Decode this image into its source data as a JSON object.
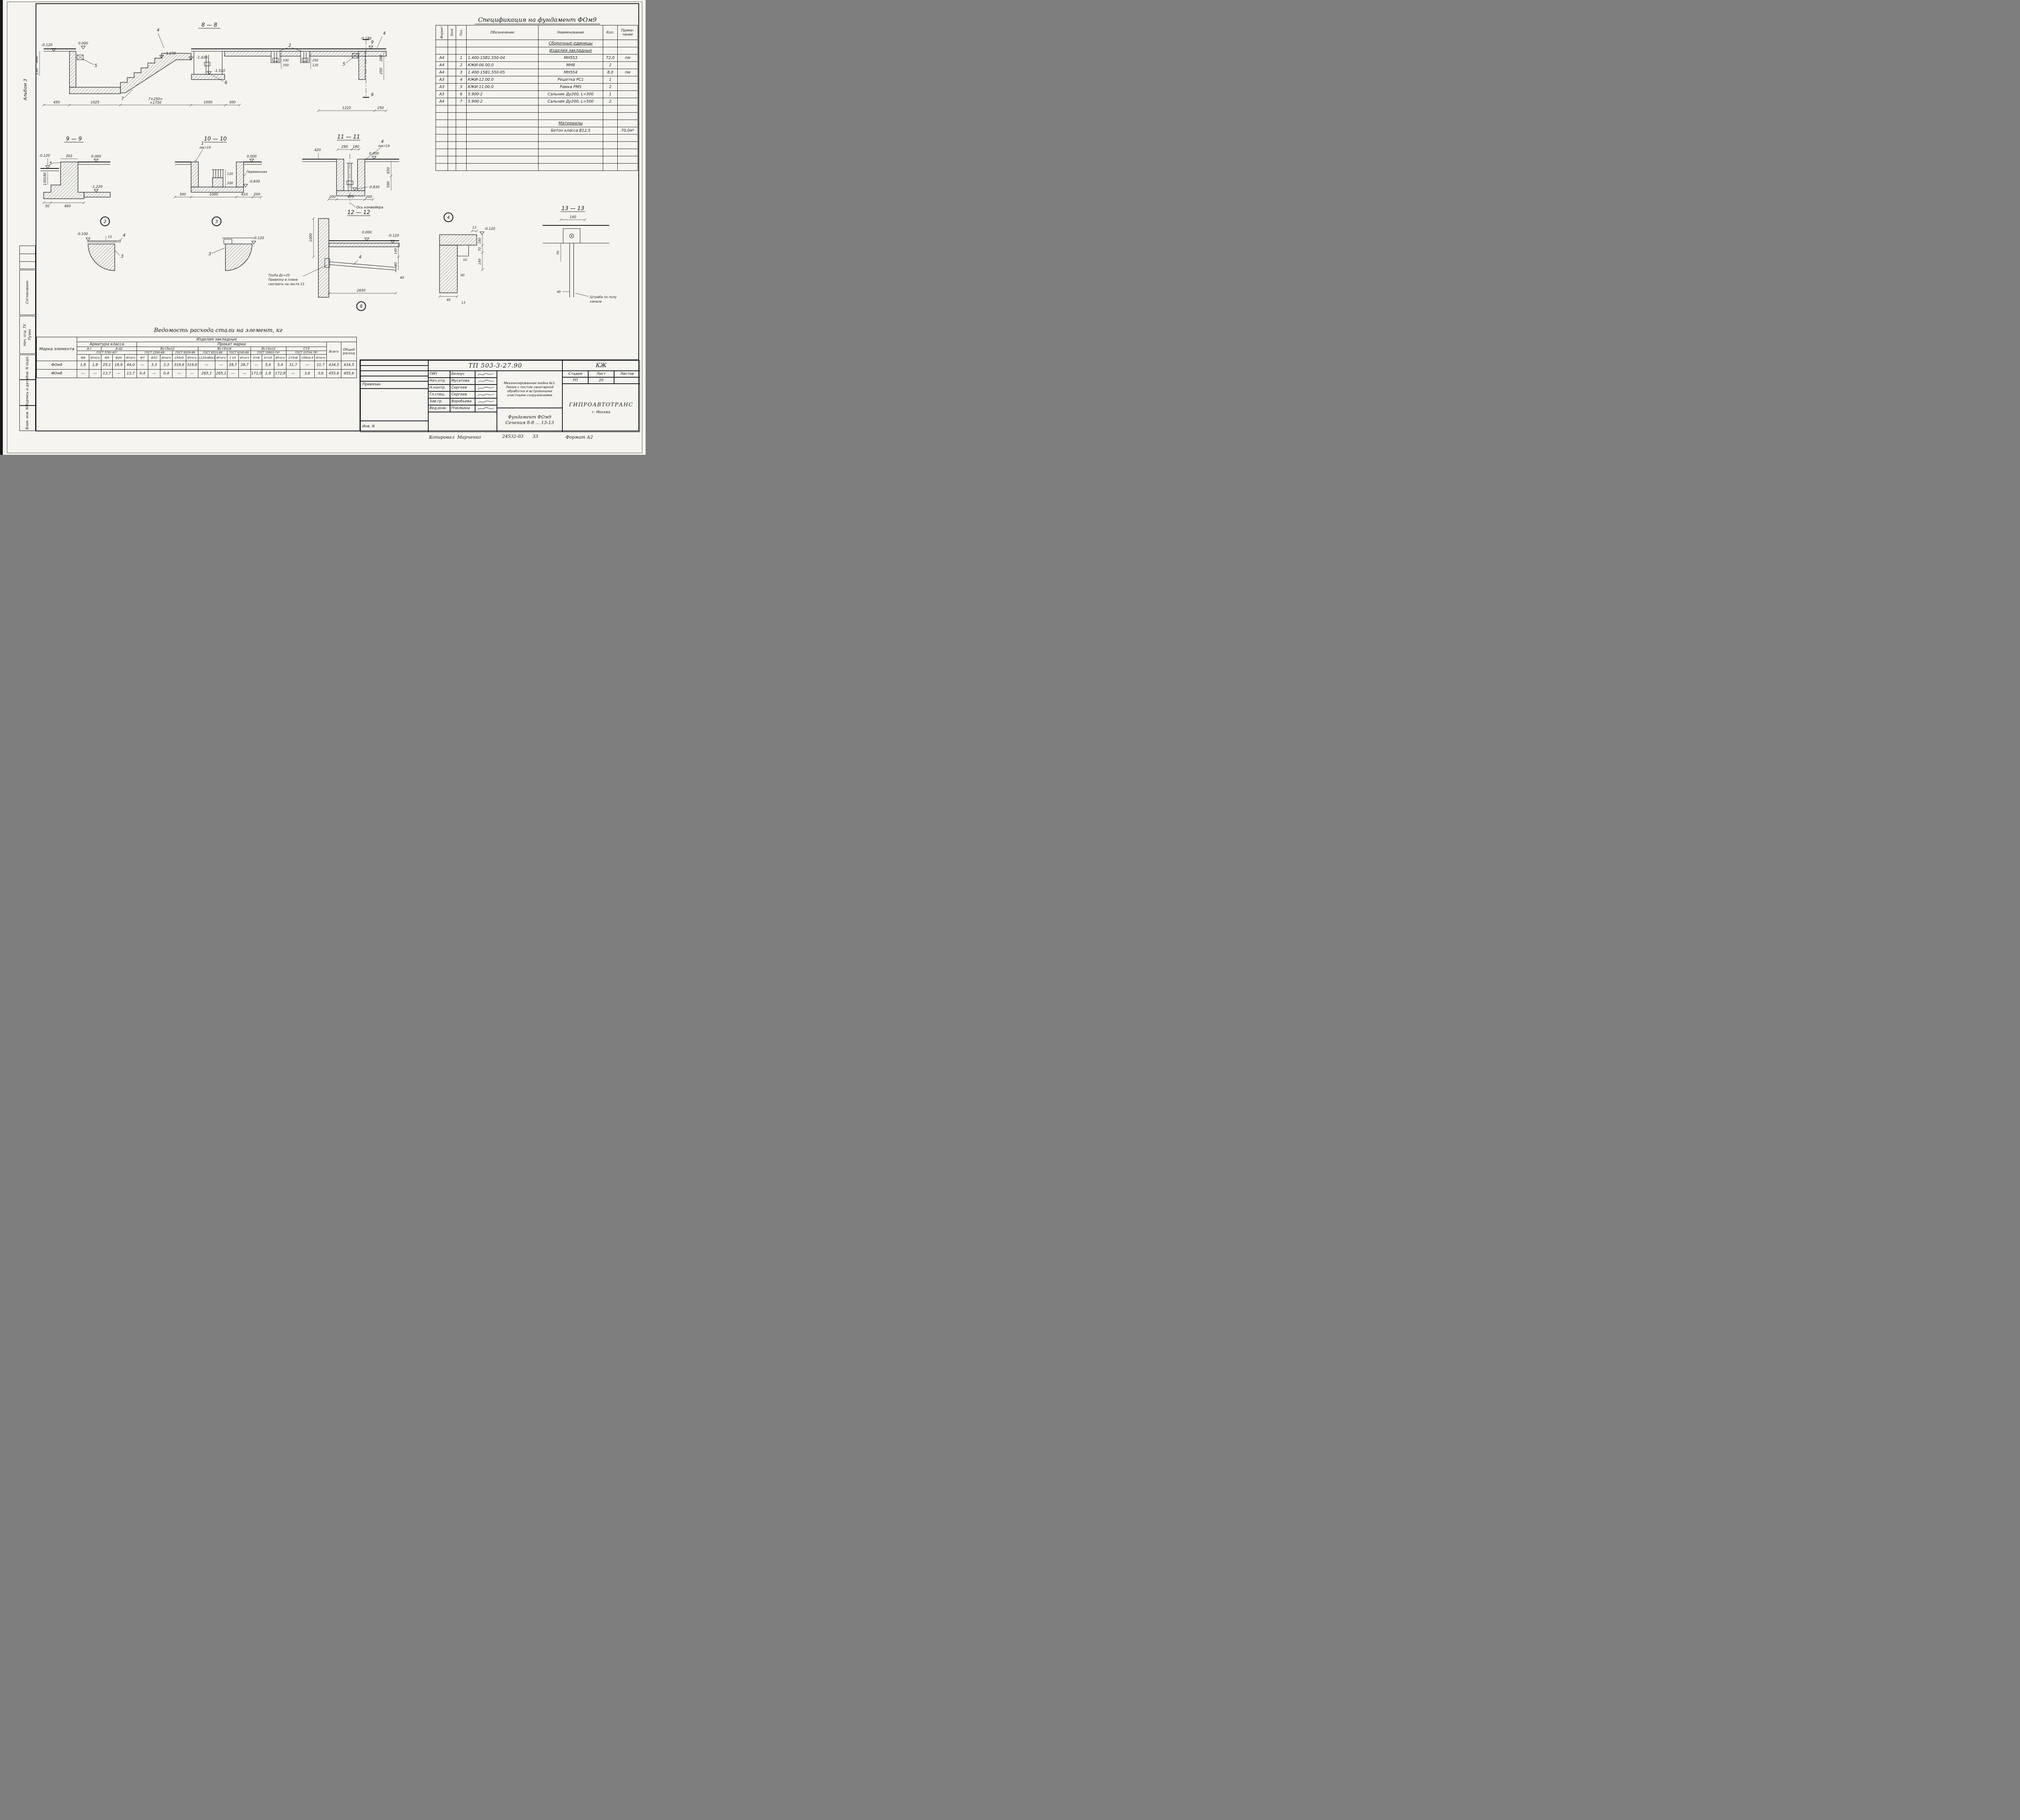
{
  "margin": {
    "album": "Альбом 3",
    "agreed": "Согласовано",
    "dept_role": "Нач. отд. ТХ",
    "dept_name": "Пузин",
    "stamp_inv_sub": "Инв. N подл.",
    "stamp_sign": "Подпись и дата",
    "stamp_inv_dup": "Взам. инв. N"
  },
  "footer": {
    "copied_label": "Копировал",
    "copied_name": "Марченко",
    "doc_no": "24532-03",
    "page_no": "33",
    "format": "Формат А2"
  },
  "spec": {
    "title": "Спецификация  на  фундамент  ФОм9",
    "h": {
      "format": "Формат",
      "zone": "Зона",
      "pos": "Поз.",
      "designation": "Обозначение",
      "name": "Наименование",
      "qty": "Кол.",
      "note": "Приме-\nчание"
    },
    "group_assembly": "Сборочные единицы",
    "group_embedded": "Изделия закладные",
    "rows": [
      {
        "format": "А4",
        "pos": "1",
        "designation": "1.400-15В1.550-04",
        "name": "МН553",
        "qty": "72,0",
        "note": "пм"
      },
      {
        "format": "А4",
        "pos": "2",
        "designation": "КЖИ-06.00.0",
        "name": "МН8",
        "qty": "2",
        "note": ""
      },
      {
        "format": "А4",
        "pos": "3",
        "designation": "1.400-15В1.550-05",
        "name": "МН554",
        "qty": "8,0",
        "note": "пм"
      },
      {
        "format": "А3",
        "pos": "4",
        "designation": "КЖИ-12.00.0",
        "name": "Решетка РС1",
        "qty": "1",
        "note": ""
      },
      {
        "format": "А3",
        "pos": "5",
        "designation": "КЖИ-11.00.0",
        "name": "Рамка РМ5",
        "qty": "2",
        "note": ""
      },
      {
        "format": "А3",
        "pos": "6",
        "designation": "5.900-2",
        "name": "Сальник Ду200, L=300",
        "qty": "1",
        "note": ""
      },
      {
        "format": "А4",
        "pos": "7",
        "designation": "5.900-2",
        "name": "Сальник Ду200, L=500",
        "qty": "2",
        "note": ""
      }
    ],
    "group_materials": "Материалы",
    "material_name": "Бетон класса В12,5",
    "material_note": "70,0м³"
  },
  "steel": {
    "title": "Ведомость  расхода  стали  на  элемент, кг",
    "h_mark": "Марка элемента",
    "h_embedded": "Изделия  закладные",
    "h_rebar": "Арматура  класса",
    "h_rolled": "Прокат  марки",
    "h_total": "Всего",
    "h_grand": "Общий расход",
    "marks": [
      "А-I",
      "А-Ш",
      "ВстЗкп2",
      "ВстЗпс6",
      "ВстЗкп2",
      "СтЗ"
    ],
    "gosts": [
      "ГОСТ 5781-82*",
      "ГОСТ 2590-88",
      "ГОСТ 8509-86",
      "ГОСТ 8510-86",
      "ГОСТ 8240-89",
      "ГОСТ 19903-74*",
      "ГОСТ 10704-76*"
    ],
    "sizes": [
      "Ф6",
      "Итого",
      "Ф9",
      "Ф20",
      "Итого",
      "Ф7",
      "Ф10",
      "Итого",
      "L50х5",
      "Итого",
      "L125х80х10",
      "Итого",
      "[ 10",
      "Итого",
      "δ=8",
      "δ=10",
      "Итого",
      "273х6",
      "159х4,5",
      "Итого"
    ],
    "rows": [
      {
        "mark": "ФОм9",
        "values": [
          "1,8",
          "1,8",
          "25,1",
          "18,9",
          "44,0",
          "—",
          "3,3",
          "3,3",
          "319,6",
          "319,6",
          "—",
          "—",
          "28,7",
          "28,7",
          "—",
          "5,4",
          "5,4",
          "31,7",
          "—",
          "31,7",
          "434,5",
          "434,5"
        ]
      },
      {
        "mark": "ФОм8",
        "values": [
          "—",
          "—",
          "13,7",
          "—",
          "13,7",
          "0,4",
          "—",
          "0,4",
          "—",
          "—",
          "265,1",
          "265,1",
          "—",
          "—",
          "171,0",
          "1,8",
          "172,8",
          "—",
          "3,6",
          "3,6",
          "455,6",
          "455,6"
        ]
      }
    ]
  },
  "titleblock": {
    "doc": "ТП 503-3-27.90",
    "kind": "КЖ",
    "privyazan": "Привязан",
    "inv": "Инв. N",
    "sign_rows": [
      {
        "role": "ГИП",
        "name": "Белоус"
      },
      {
        "role": "Нач.отд.",
        "name": "Мусатова"
      },
      {
        "role": "Н.контр.",
        "name": "Сергеев"
      },
      {
        "role": "Гл.спец.",
        "name": "Сергеев"
      },
      {
        "role": "Зав.гр.",
        "name": "Воробьева"
      },
      {
        "role": "Вед.инж.",
        "name": "Пчелкина"
      }
    ],
    "project": "Механизированная мойка №3. Линия с постом санитарной обработки и встроенными очистными сооружениями",
    "subject1": "Фундамент ФОм9",
    "subject2": "Сечения 8-8 ... 13-13",
    "stage_label": "Стадия",
    "sheet_label": "Лист",
    "sheets_label": "Листов",
    "stage": "РП",
    "sheet": "20",
    "sheets": "",
    "org": "ГИПРОАВТОТРАНС",
    "city": "г. Москва"
  },
  "sections": {
    "s8": {
      "title": "8 — 8",
      "l000": "0.000",
      "l012": "-0.120",
      "l127": "-1.270",
      "l142": "-1.420",
      "l151": "-1.510",
      "l018": "-0.180",
      "d400": "400",
      "d130": "130",
      "d450": "450",
      "d1025": "1025",
      "dstepa": "7×250=",
      "dstepb": "=1750",
      "d1050": "1050",
      "d300": "300",
      "d530": "530",
      "d350": "350",
      "d250": "250",
      "d120": "120",
      "d280": "280",
      "d250b": "250",
      "d1225": "1225",
      "d250c": "250",
      "c2": "2",
      "c4": "4",
      "c4b": "4",
      "c5": "5",
      "c5b": "5",
      "c6": "6",
      "c7": "7",
      "c9": "9",
      "c9b": "9"
    },
    "s9": {
      "title": "9 — 9",
      "l012": "-0.120",
      "l000": "0.000",
      "l122": "-1.220",
      "d180": "180",
      "d130": "130",
      "d302": "302",
      "d50": "50",
      "d400": "400",
      "c5": "5"
    },
    "s10": {
      "title": "10 — 10",
      "c1": "1",
      "sheet": "лист19",
      "l000": "0.000",
      "l083": "-0.830",
      "varlbl": "Переменная",
      "d120": "120",
      "d200": "200",
      "d300": "300",
      "d1000": "1000",
      "d410": "410",
      "d200b": "200"
    },
    "s11": {
      "title": "11 — 11",
      "c4": "4",
      "sheet": "лист19",
      "d290": "290",
      "d180": "180",
      "l000": "0.000",
      "l083": "-0.830",
      "d420": "420",
      "d650": "650",
      "d500": "500",
      "d200": "200",
      "d470": "470",
      "d200b": "200",
      "axis": "Ось конвейера"
    },
    "d2": {
      "num": "2",
      "d15": "15",
      "c4": "4",
      "c3": "3",
      "l010": "-0.100"
    },
    "d3": {
      "num": "3",
      "c3": "3",
      "l012": "-0.120"
    },
    "s12": {
      "title": "12 — 12",
      "d1000": "1000",
      "l000": "0.000",
      "l012": "-0.120",
      "d140": "140",
      "d80": "80",
      "n1": "Труба Ду=25",
      "n2": "Привязку в плане",
      "n3": "смотреть на листе 13",
      "c4": "4",
      "d2650": "2650",
      "d40": "40",
      "view": "8"
    },
    "d4": {
      "num": "4",
      "d13": "13",
      "l012": "-0.120",
      "d180": "180",
      "d70": "70",
      "d140": "140",
      "d10": "10",
      "d60": "60",
      "d40": "40",
      "d13b": "13"
    },
    "s13": {
      "title": "13 — 13",
      "d140": "140",
      "d70": "70",
      "d40": "40",
      "n1": "Штраба по полу",
      "n2": "канала"
    }
  }
}
